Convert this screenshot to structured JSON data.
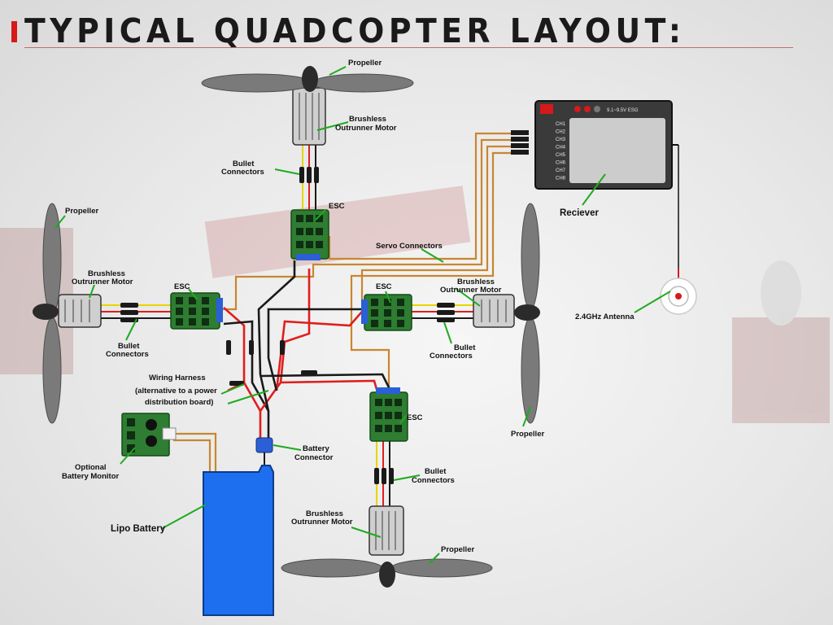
{
  "title": "TYPICAL QUADCOPTER LAYOUT:",
  "colors": {
    "accent": "#d61a1a",
    "wire_red": "#e01e1e",
    "wire_black": "#1a1a1a",
    "wire_yellow": "#e8d400",
    "servo_wire": "#c8862f",
    "esc_board": "#2e7d32",
    "battery": "#1e6ff0",
    "pointer": "#1faa1f",
    "propeller": "#7a7a7a"
  },
  "labels": {
    "propeller_top": "Propeller",
    "motor_top_1": "Brushless",
    "motor_top_2": "Outrunner Motor",
    "bullet_top_1": "Bullet",
    "bullet_top_2": "Connectors",
    "esc_top": "ESC",
    "propeller_left": "Propeller",
    "motor_left_1": "Brushless",
    "motor_left_2": "Outrunner Motor",
    "esc_left": "ESC",
    "bullet_left_1": "Bullet",
    "bullet_left_2": "Connectors",
    "servo_connectors": "Servo Connectors",
    "receiver": "Reciever",
    "esc_right": "ESC",
    "motor_right_1": "Brushless",
    "motor_right_2": "Outrunner Motor",
    "antenna": "2.4GHz Antenna",
    "bullet_right_1": "Bullet",
    "bullet_right_2": "Connectors",
    "harness_1": "Wiring Harness",
    "harness_2": "(alternative to a power",
    "harness_3": "distribution board)",
    "esc_bottom": "ESC",
    "propeller_right": "Propeller",
    "battery_connector_1": "Battery",
    "battery_connector_2": "Connector",
    "battery_monitor_1": "Optional",
    "battery_monitor_2": "Battery Monitor",
    "bullet_bottom_1": "Bullet",
    "bullet_bottom_2": "Connectors",
    "lipo_battery": "Lipo Battery",
    "motor_bottom_1": "Brushless",
    "motor_bottom_2": "Outrunner Motor",
    "propeller_bottom": "Propeller"
  },
  "receiver_channels": [
    "CH1",
    "CH2",
    "CH3",
    "CH4",
    "CH5",
    "CH6",
    "CH7",
    "CH8"
  ],
  "receiver_header": "9.1~9.5V ESG"
}
